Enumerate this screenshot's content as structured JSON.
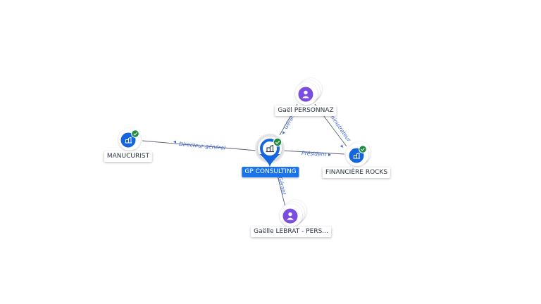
{
  "colors": {
    "company": "#1565e0",
    "person": "#7b4ce0",
    "verified": "#1e8e3e",
    "main_highlight": "#1a73e8",
    "edge": "#5a6478",
    "edge_label": "#3f66d8"
  },
  "nodes": {
    "gp_consulting": {
      "label": "GP CONSULTING",
      "type": "company",
      "icon": "building-icon",
      "verified": true
    },
    "manucurist": {
      "label": "MANUCURIST",
      "type": "company",
      "icon": "building-icon",
      "verified": true
    },
    "financiere_rocks": {
      "label": "FINANCIÈRE ROCKS",
      "type": "company",
      "icon": "building-icon",
      "verified": true
    },
    "gael_personnaz": {
      "label": "Gaël PERSONNAZ",
      "type": "person",
      "icon": "person-icon"
    },
    "gaelle_lebrat": {
      "label": "Gaëlle LEBRAT - PERS...",
      "type": "person",
      "icon": "person-icon"
    }
  },
  "edges": {
    "gp_manucurist": {
      "label": "Directeur général"
    },
    "gp_financiere": {
      "label": "Président"
    },
    "gael_gp": {
      "label": "Gérant"
    },
    "gael_financiere": {
      "label": "Administrateur"
    },
    "gaelle_gp": {
      "label": "Gérant"
    }
  }
}
